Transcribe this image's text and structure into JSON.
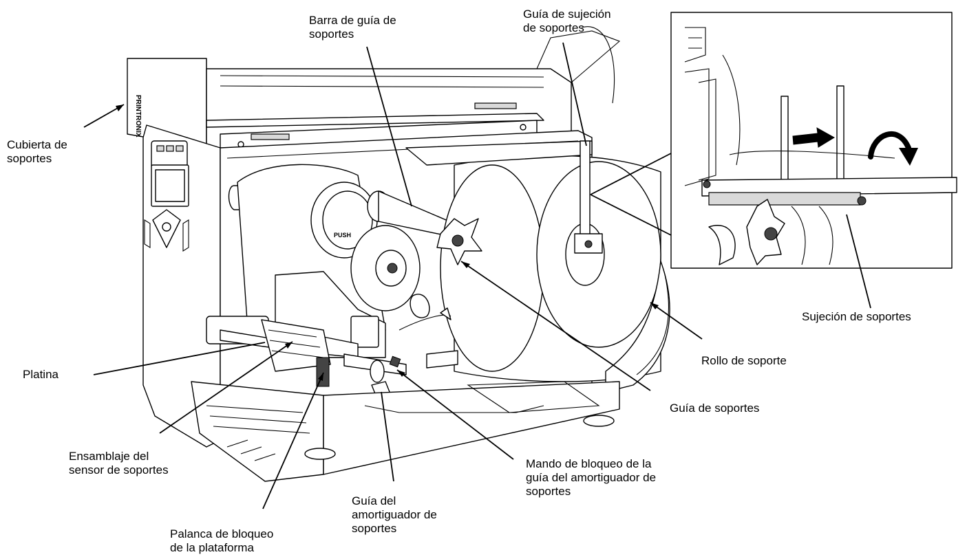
{
  "labels": {
    "cubierta": [
      "Cubierta de",
      "soportes"
    ],
    "barra_guia": [
      "Barra de guía de",
      "soportes"
    ],
    "guia_sujecion": [
      "Guía de sujeción",
      "de soportes"
    ],
    "platina": [
      "Platina"
    ],
    "ensamblaje": [
      "Ensamblaje del",
      "sensor de soportes"
    ],
    "palanca": [
      "Palanca de bloqueo",
      "de la plataforma"
    ],
    "guia_amortiguador": [
      "Guía del",
      "amortiguador de",
      "soportes"
    ],
    "mando_bloqueo": [
      "Mando de bloqueo de la",
      "guía del amortiguador de",
      "soportes"
    ],
    "guia_soportes": [
      "Guía de soportes"
    ],
    "rollo": [
      "Rollo de soporte"
    ],
    "sujecion": [
      "Sujeción de soportes"
    ]
  },
  "logo_text": "PRINTRONIX",
  "knob_text": "PUSH",
  "icons": {
    "push_arrow": "right-arrow",
    "rotate_arrow": "clockwise-curved-arrow"
  }
}
